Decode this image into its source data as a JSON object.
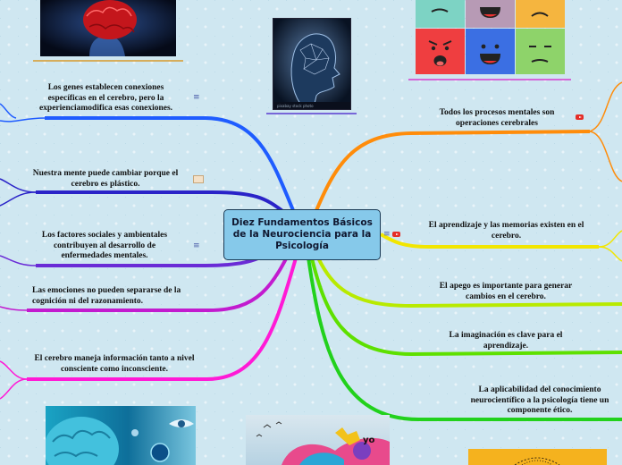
{
  "central": {
    "title": "Diez Fundamentos Básicos de la Neurociencia para la Psicología"
  },
  "left_branches": [
    {
      "id": "genes",
      "text": "Los genes establecen conexiones específicas en el cerebro, pero la experienciamodifica esas conexiones.",
      "color": "#1f5cff"
    },
    {
      "id": "plastico",
      "text": "Nuestra mente puede cambiar porque el cerebro es plástico.",
      "color": "#2a23c8"
    },
    {
      "id": "sociales",
      "text": "Los factores sociales y ambientales contribuyen al desarrollo de enfermedades mentales.",
      "color": "#6a2bd6"
    },
    {
      "id": "emociones",
      "text": "Las emociones no pueden separarse de la cognición ni del razonamiento.",
      "color": "#c21bcf"
    },
    {
      "id": "consciente",
      "text": "El cerebro maneja información tanto a nivel consciente como inconsciente.",
      "color": "#ff1ad6"
    }
  ],
  "right_branches": [
    {
      "id": "procesos",
      "text": "Todos los procesos mentales son operaciones cerebrales",
      "color": "#ff8c0a"
    },
    {
      "id": "aprendizaje",
      "text": "El aprendizaje y las memorias existen en el cerebro.",
      "color": "#f2e600"
    },
    {
      "id": "apego",
      "text": "El apego es importante para generar cambios en el cerebro.",
      "color": "#b8ea00"
    },
    {
      "id": "imaginacion",
      "text": "La imaginación es clave para el aprendizaje.",
      "color": "#5ee000"
    },
    {
      "id": "etico",
      "text": "La aplicabilidad del conocimiento neurocientífico a la psicología tiene un componente ético.",
      "color": "#22d11c"
    }
  ],
  "images": {
    "head_caption": "pixabay stock photo",
    "collage_text": "yo"
  },
  "colors": {
    "central_fill": "#86c9ea",
    "background": "#cfe7f1"
  },
  "icons": [
    "notes-icon",
    "youtube-icon",
    "brain-image",
    "emoji-faces-image"
  ]
}
